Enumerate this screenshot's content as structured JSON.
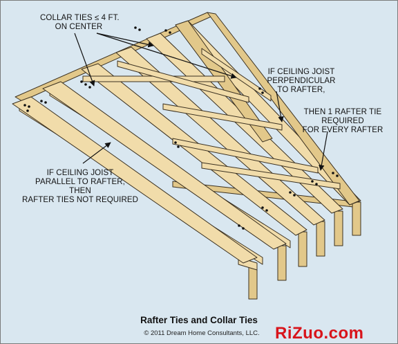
{
  "labels": {
    "collar_line1": "COLLAR TIES ≤ 4 FT.",
    "collar_line2": "ON CENTER",
    "perp_line1": "IF CEILING JOIST",
    "perp_line2": "PERPENDICULAR",
    "perp_line3": "TO RAFTER,",
    "then_line1": "THEN 1 RAFTER TIE",
    "then_line2": "REQUIRED",
    "then_line3": "FOR EVERY RAFTER",
    "par_line1": "IF CEILING JOIST",
    "par_line2": "PARALLEL TO RAFTER,",
    "par_line3": "THEN",
    "par_line4": "RAFTER TIES NOT REQUIRED"
  },
  "caption": {
    "title": "Rafter Ties and Collar Ties",
    "copyright": "© 2011 Dream Home Consultants, LLC."
  },
  "watermark": "RiZuo.com",
  "colors": {
    "background": "#d9e7f0",
    "lumber": "#f1dcaa",
    "lumber_dark": "#e2c88a",
    "outline": "#3a3020",
    "watermark": "#d8141b"
  }
}
